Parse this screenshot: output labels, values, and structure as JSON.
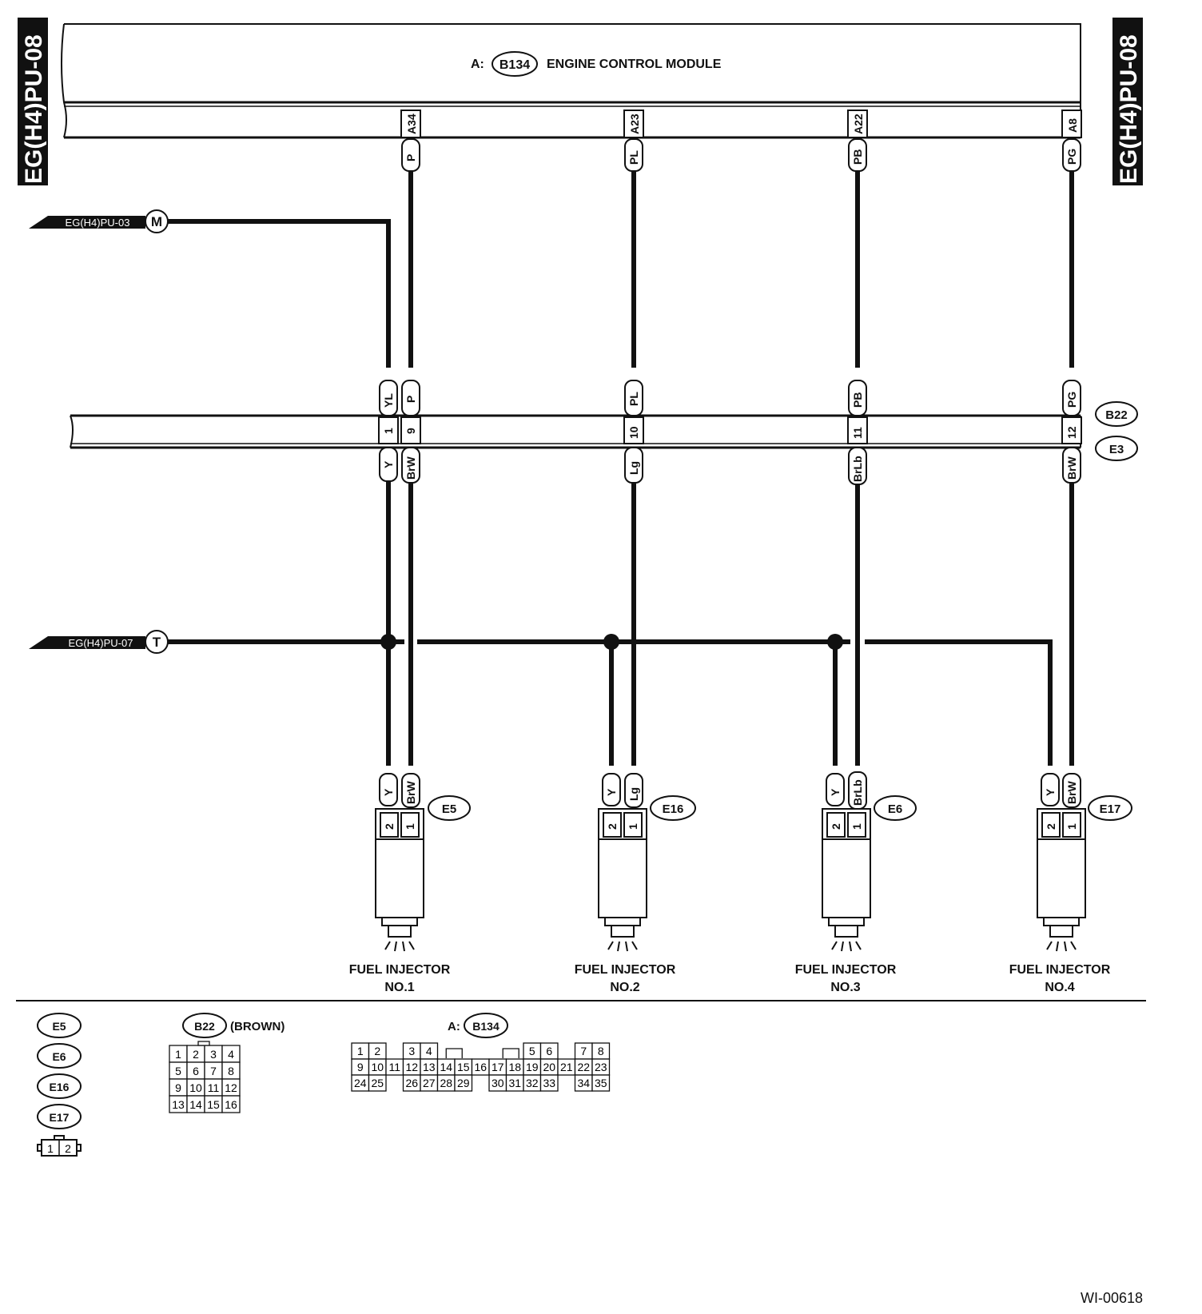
{
  "side_tag_left": "EG(H4)PU-08",
  "side_tag_right": "EG(H4)PU-08",
  "ecm": {
    "prefix": "A:",
    "connector": "B134",
    "name": "ENGINE CONTROL MODULE"
  },
  "ecm_pins": [
    {
      "pin": "A34",
      "color": "P"
    },
    {
      "pin": "A23",
      "color": "PL"
    },
    {
      "pin": "A22",
      "color": "PB"
    },
    {
      "pin": "A8",
      "color": "PG"
    }
  ],
  "ref_m": {
    "text": "EG(H4)PU-03",
    "letter": "M"
  },
  "ref_t": {
    "text": "EG(H4)PU-07",
    "letter": "T"
  },
  "joint": {
    "top_connector": "B22",
    "bottom_connector": "E3",
    "pins": [
      {
        "pin": "1",
        "top": "YL",
        "bottom": "Y"
      },
      {
        "pin": "9",
        "top": "P",
        "bottom": "BrW"
      },
      {
        "pin": "10",
        "top": "PL",
        "bottom": "Lg"
      },
      {
        "pin": "11",
        "top": "PB",
        "bottom": "BrLb"
      },
      {
        "pin": "12",
        "top": "PG",
        "bottom": "BrW"
      }
    ]
  },
  "injectors": [
    {
      "connector": "E5",
      "pin2_color": "Y",
      "pin1_color": "BrW",
      "pin2": "2",
      "pin1": "1",
      "line1": "FUEL INJECTOR",
      "line2": "NO.1"
    },
    {
      "connector": "E16",
      "pin2_color": "Y",
      "pin1_color": "Lg",
      "pin2": "2",
      "pin1": "1",
      "line1": "FUEL INJECTOR",
      "line2": "NO.2"
    },
    {
      "connector": "E6",
      "pin2_color": "Y",
      "pin1_color": "BrLb",
      "pin2": "2",
      "pin1": "1",
      "line1": "FUEL INJECTOR",
      "line2": "NO.3"
    },
    {
      "connector": "E17",
      "pin2_color": "Y",
      "pin1_color": "BrW",
      "pin2": "2",
      "pin1": "1",
      "line1": "FUEL INJECTOR",
      "line2": "NO.4"
    }
  ],
  "legend": {
    "small_connectors": [
      "E5",
      "E6",
      "E16",
      "E17"
    ],
    "small_pins": [
      "1",
      "2"
    ],
    "b22": {
      "connector": "B22",
      "note": "(BROWN)",
      "pins": [
        "1",
        "2",
        "3",
        "4",
        "5",
        "6",
        "7",
        "8",
        "9",
        "10",
        "11",
        "12",
        "13",
        "14",
        "15",
        "16"
      ]
    },
    "b134": {
      "prefix": "A:",
      "connector": "B134",
      "row1": [
        "1",
        "2",
        "3",
        "4",
        "5",
        "6",
        "7",
        "8"
      ],
      "row2": [
        "9",
        "10",
        "11",
        "12",
        "13",
        "14",
        "15",
        "16",
        "17",
        "18",
        "19",
        "20",
        "21",
        "22",
        "23"
      ],
      "row3": [
        "24",
        "25",
        "26",
        "27",
        "28",
        "29",
        "30",
        "31",
        "32",
        "33",
        "34",
        "35"
      ]
    }
  },
  "doc_code": "WI-00618"
}
